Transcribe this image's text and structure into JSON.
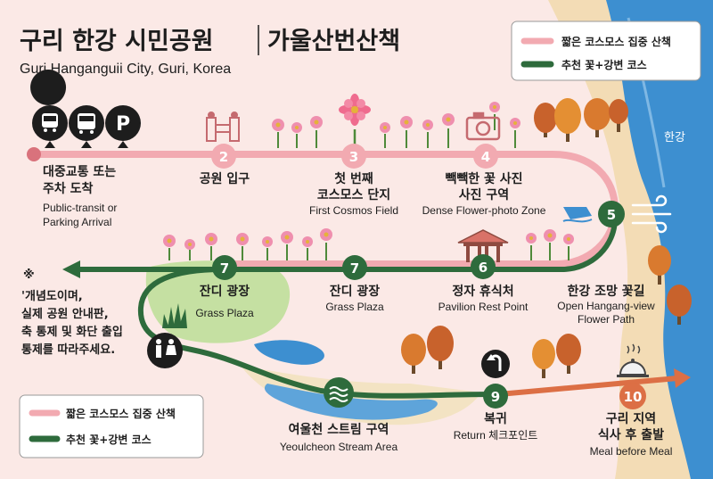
{
  "header": {
    "title": "구리 한강 시민공원",
    "title_suffix": "가울산번산책",
    "subtitle": "Guri Hanganguii City, Guri, Korea"
  },
  "legend": [
    {
      "label": "짧은 코스모스 집중 산책",
      "color": "#f2aab1"
    },
    {
      "label": "추천 꽃+강변 코스",
      "color": "#2e6b3c"
    }
  ],
  "river_label": "한강",
  "colors": {
    "pink_route": "#f2aab1",
    "green_route": "#2e6b3c",
    "orange_route": "#dc6f45",
    "river": "#3d8fd0",
    "sand": "#f3dcb5",
    "grass": "#c5e0a2"
  },
  "stops": [
    {
      "id": "start",
      "number": "",
      "ko": [
        "대중교통 또는",
        "주차 도착"
      ],
      "en": [
        "Public-transit or",
        "Parking Arrival"
      ],
      "icons": [
        "train-icon",
        "bus-icon",
        "parking-icon"
      ]
    },
    {
      "id": "s2",
      "number": "2",
      "ko": [
        "공원 입구"
      ],
      "en": [],
      "icons": [
        "gate-icon"
      ]
    },
    {
      "id": "s3",
      "number": "3",
      "ko": [
        "첫 번째",
        "코스모스 단지"
      ],
      "en": [
        "First Cosmos Field"
      ],
      "icons": [
        "cosmos-icon"
      ]
    },
    {
      "id": "s4",
      "number": "4",
      "ko": [
        "빽빽한 꽃 사진",
        "사진 구역"
      ],
      "en": [
        "Dense Flower-photo Zone"
      ],
      "icons": [
        "camera-icon"
      ]
    },
    {
      "id": "s5",
      "number": "5",
      "ko": [
        "한강 조망 꽃길"
      ],
      "en": [
        "Open Hangang-view",
        "Flower Path"
      ],
      "icons": [
        "wind-icon"
      ]
    },
    {
      "id": "s6",
      "number": "6",
      "ko": [
        "정자 휴식처"
      ],
      "en": [
        "Pavilion Rest Point"
      ],
      "icons": [
        "pavilion-icon"
      ]
    },
    {
      "id": "s7a",
      "number": "7",
      "ko": [
        "잔디 광장"
      ],
      "en": [
        "Grass Plaza"
      ],
      "icons": []
    },
    {
      "id": "s7b",
      "number": "7",
      "ko": [
        "잔디 광장"
      ],
      "en": [
        "Grass Plaza"
      ],
      "icons": [
        "grass-icon"
      ]
    },
    {
      "id": "stream",
      "number": "",
      "ko": [
        "여울천 스트림 구역"
      ],
      "en": [
        "Yeoulcheon Stream Area"
      ],
      "icons": [
        "stream-icon"
      ]
    },
    {
      "id": "s9",
      "number": "9",
      "ko": [
        "복귀"
      ],
      "en": [
        "Return 체크포인트"
      ],
      "icons": [
        "return-icon"
      ]
    },
    {
      "id": "s10",
      "number": "10",
      "ko": [
        "구리 지역",
        "식사 후 출발"
      ],
      "en": [
        "Meal before Meal"
      ],
      "icons": [
        "food-icon"
      ]
    }
  ],
  "note": {
    "symbol": "※",
    "lines": [
      "'개념도이며,",
      "실제 공원 안내판,",
      "축 통제 및 화단 출입",
      "통제를 따라주세요."
    ]
  }
}
